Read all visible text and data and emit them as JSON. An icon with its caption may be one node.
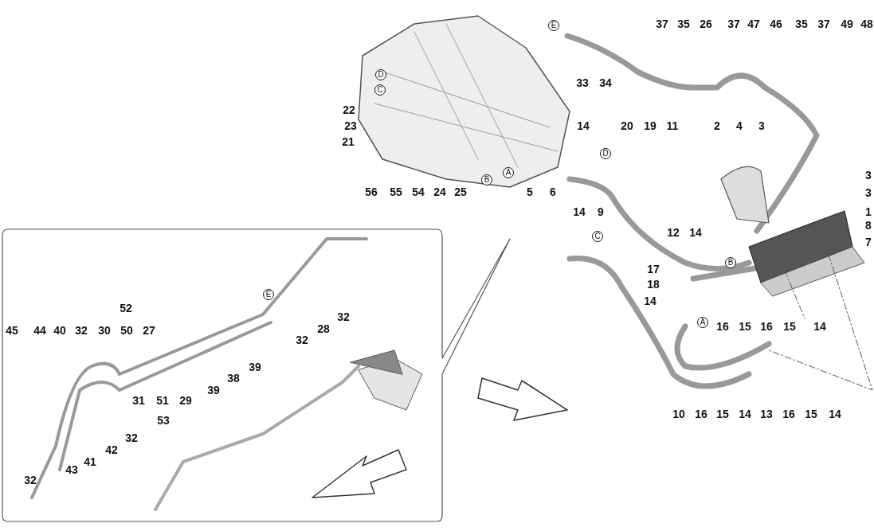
{
  "diagram": {
    "labels": [
      "E",
      "37",
      "35",
      "26",
      "37",
      "47",
      "46",
      "35",
      "37",
      "49",
      "48",
      "D",
      "C",
      "33",
      "34",
      "22",
      "23",
      "21",
      "14",
      "20",
      "19",
      "11",
      "2",
      "4",
      "3",
      "D",
      "3",
      "3",
      "A",
      "B",
      "56",
      "55",
      "54",
      "24",
      "25",
      "5",
      "6",
      "14",
      "9",
      "1",
      "8",
      "C",
      "12",
      "14",
      "7",
      "B",
      "17",
      "18",
      "E",
      "14",
      "A",
      "32",
      "52",
      "45",
      "44",
      "40",
      "32",
      "30",
      "50",
      "27",
      "28",
      "32",
      "16",
      "15",
      "16",
      "15",
      "14",
      "39",
      "38",
      "39",
      "31",
      "51",
      "29",
      "53",
      "32",
      "10",
      "16",
      "15",
      "14",
      "13",
      "16",
      "15",
      "14",
      "42",
      "41",
      "43",
      "32"
    ]
  }
}
